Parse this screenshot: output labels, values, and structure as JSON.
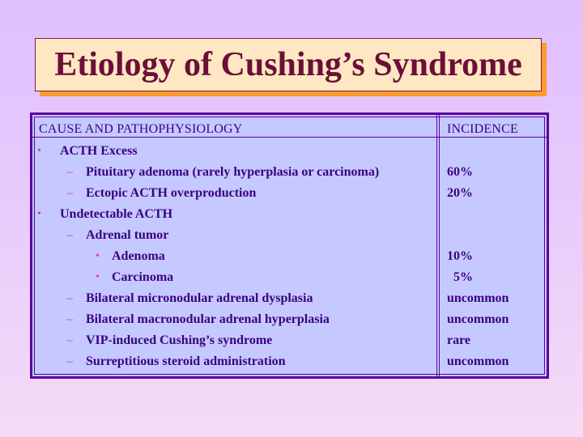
{
  "slide": {
    "title": "Etiology of Cushing’s Syndrome"
  },
  "table": {
    "header": {
      "cause": "CAUSE AND PATHOPHYSIOLOGY",
      "incidence": "INCIDENCE"
    },
    "rows": [
      {
        "marker": "•",
        "label": "ACTH Excess",
        "incidence": ""
      },
      {
        "marker": "–",
        "label": "Pituitary adenoma (rarely hyperplasia or carcinoma)",
        "incidence": "60%"
      },
      {
        "marker": "–",
        "label": "Ectopic ACTH overproduction",
        "incidence": "20%"
      },
      {
        "marker": "•",
        "label": "Undetectable ACTH",
        "incidence": ""
      },
      {
        "marker": "–",
        "label": "Adrenal tumor",
        "incidence": ""
      },
      {
        "marker": "•",
        "label": "Adenoma",
        "incidence": "10%"
      },
      {
        "marker": "•",
        "label": "Carcinoma",
        "incidence": "  5%"
      },
      {
        "marker": "–",
        "label": "Bilateral micronodular adrenal dysplasia",
        "incidence": "uncommon"
      },
      {
        "marker": "–",
        "label": "Bilateral macronodular adrenal hyperplasia",
        "incidence": "uncommon"
      },
      {
        "marker": "–",
        "label": "VIP-induced Cushing’s syndrome",
        "incidence": "rare"
      },
      {
        "marker": "–",
        "label": "Surreptitious steroid administration",
        "incidence": "uncommon"
      }
    ]
  },
  "colors": {
    "title_text": "#6b0f38",
    "title_fill": "#fee7c2",
    "title_shadow": "#ff9a2e",
    "table_fill": "#c5c9ff",
    "table_border": "#5a00a0",
    "body_text": "#3a0080",
    "bullet": "#e43aa0"
  }
}
